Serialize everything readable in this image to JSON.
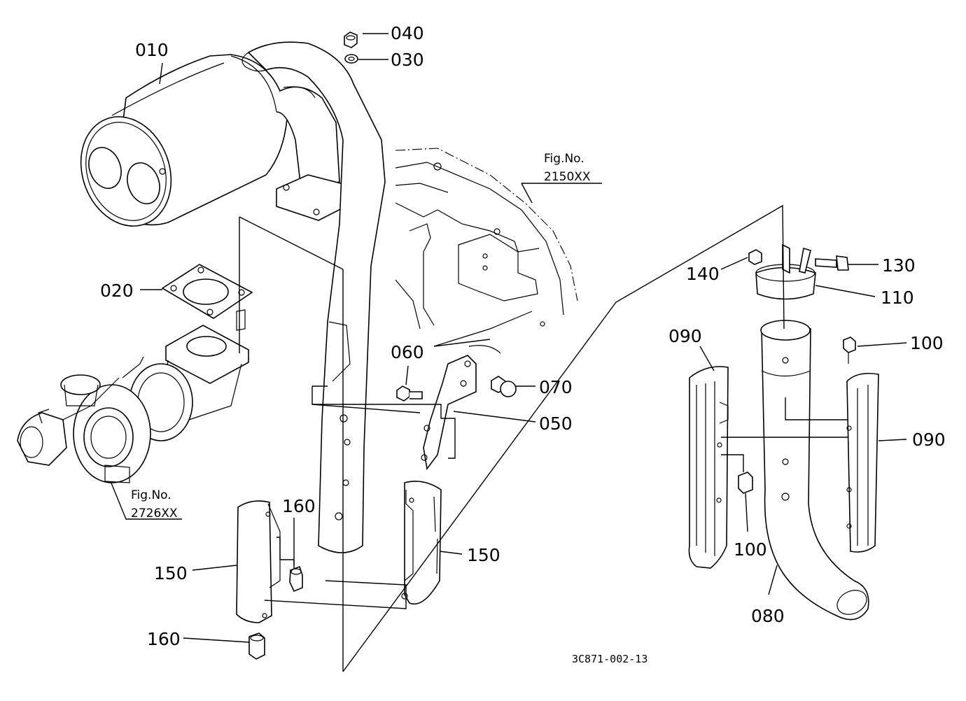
{
  "part_labels": {
    "p010": "010",
    "p020": "020",
    "p030": "030",
    "p040": "040",
    "p050": "050",
    "p060": "060",
    "p070": "070",
    "p080": "080",
    "p090a": "090",
    "p090b": "090",
    "p100a": "100",
    "p100b": "100",
    "p110": "110",
    "p130": "130",
    "p140": "140",
    "p150a": "150",
    "p150b": "150",
    "p160a": "160",
    "p160b": "160"
  },
  "references": {
    "ref1_title": "Fig.No.",
    "ref1_number": "2150XX",
    "ref2_title": "Fig.No.",
    "ref2_number": "2726XX"
  },
  "drawing_code": "3C871-002-13"
}
